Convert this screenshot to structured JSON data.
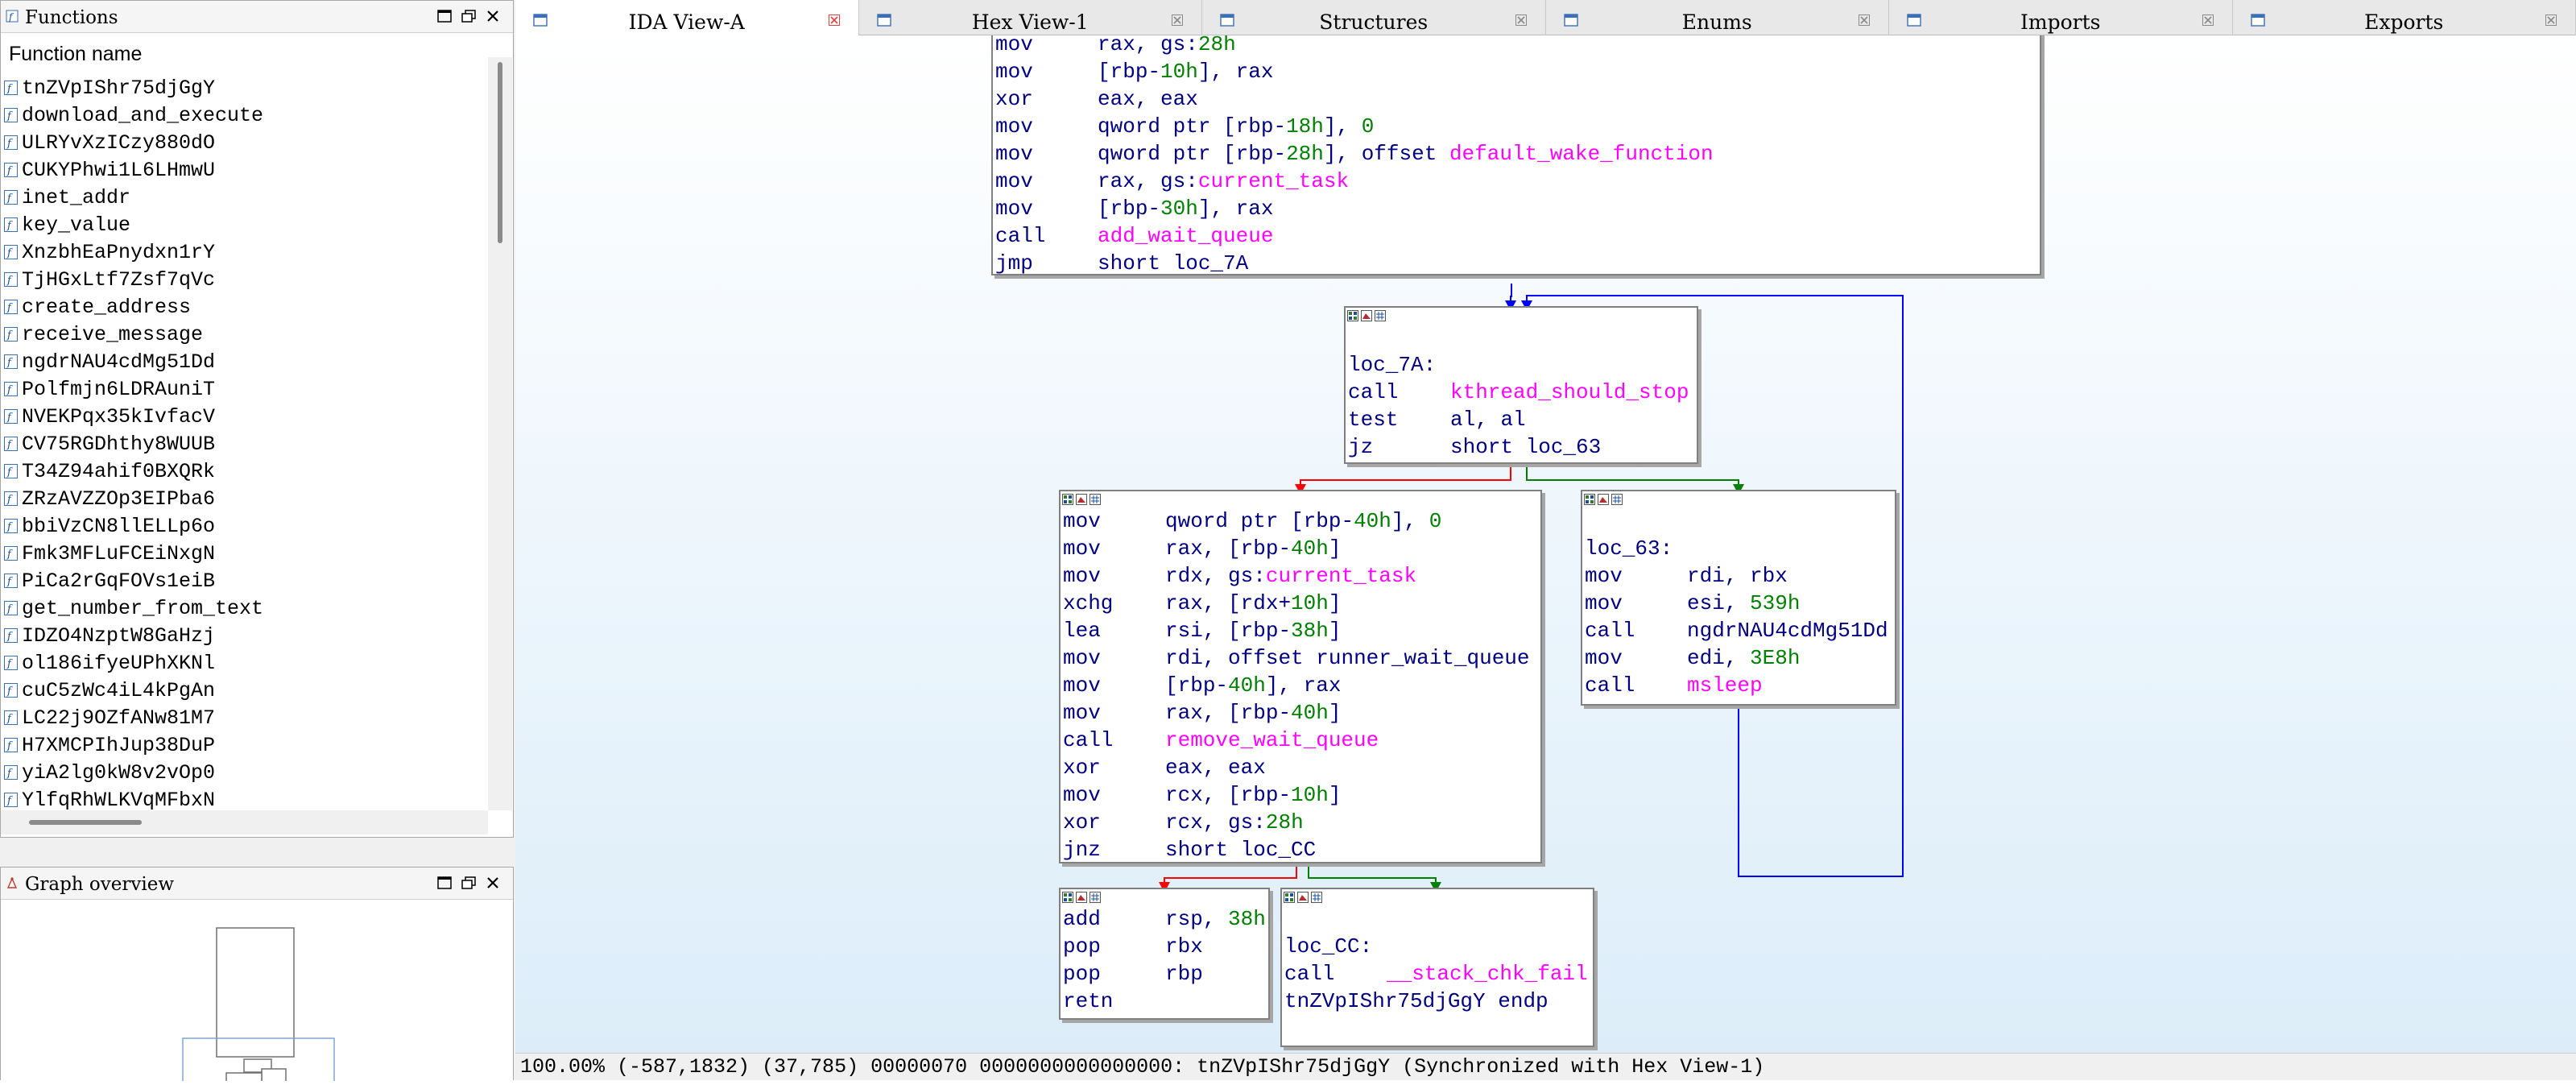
{
  "functions_panel": {
    "title": "Functions",
    "column_header": "Function name",
    "items": [
      "tnZVpIShr75djGgY",
      "download_and_execute",
      "ULRYvXzICzy880dO",
      "CUKYPhwi1L6LHmwU",
      "inet_addr",
      "key_value",
      "XnzbhEaPnydxn1rY",
      "TjHGxLtf7Zsf7qVc",
      "create_address",
      "receive_message",
      "ngdrNAU4cdMg51Dd",
      "Polfmjn6LDRAuniT",
      "NVEKPqx35kIvfacV",
      "CV75RGDhthy8WUUB",
      "T34Z94ahif0BXQRk",
      "ZRzAVZZOp3EIPba6",
      "bbiVzCN8llELLp6o",
      "Fmk3MFLuFCEiNxgN",
      "PiCa2rGqFOVs1eiB",
      "get_number_from_text",
      "IDZO4NzptW8GaHzj",
      "ol186ifyeUPhXKNl",
      "cuC5zWc4iL4kPgAn",
      "LC22j9OZfANw81M7",
      "H7XMCPIhJup38DuP",
      "yiA2lg0kW8v2vOp0",
      "YlfqRhWLKVqMFbxN"
    ]
  },
  "overview_panel": {
    "title": "Graph overview"
  },
  "tabs": [
    {
      "label": "IDA View-A",
      "active": true
    },
    {
      "label": "Hex View-1",
      "active": false
    },
    {
      "label": "Structures",
      "active": false
    },
    {
      "label": "Enums",
      "active": false
    },
    {
      "label": "Imports",
      "active": false
    },
    {
      "label": "Exports",
      "active": false
    }
  ],
  "graph": {
    "block1": [
      {
        "op": "mov",
        "operands": "rax, gs:28h"
      },
      {
        "op": "mov",
        "operands": "[rbp-10h], rax"
      },
      {
        "op": "xor",
        "operands": "eax, eax"
      },
      {
        "op": "mov",
        "operands": "qword ptr [rbp-18h], 0"
      },
      {
        "op": "mov",
        "operands": "qword ptr [rbp-28h], offset default_wake_function"
      },
      {
        "op": "mov",
        "operands": "rax, gs:current_task"
      },
      {
        "op": "mov",
        "operands": "[rbp-30h], rax"
      },
      {
        "op": "call",
        "operands": "add_wait_queue"
      },
      {
        "op": "jmp",
        "operands": "short loc_7A"
      }
    ],
    "block2": {
      "label": "loc_7A:",
      "lines": [
        {
          "op": "call",
          "operands": "kthread_should_stop"
        },
        {
          "op": "test",
          "operands": "al, al"
        },
        {
          "op": "jz",
          "operands": "short loc_63"
        }
      ]
    },
    "block3": [
      {
        "op": "mov",
        "operands": "qword ptr [rbp-40h], 0"
      },
      {
        "op": "mov",
        "operands": "rax, [rbp-40h]"
      },
      {
        "op": "mov",
        "operands": "rdx, gs:current_task"
      },
      {
        "op": "xchg",
        "operands": "rax, [rdx+10h]"
      },
      {
        "op": "lea",
        "operands": "rsi, [rbp-38h]"
      },
      {
        "op": "mov",
        "operands": "rdi, offset runner_wait_queue"
      },
      {
        "op": "mov",
        "operands": "[rbp-40h], rax"
      },
      {
        "op": "mov",
        "operands": "rax, [rbp-40h]"
      },
      {
        "op": "call",
        "operands": "remove_wait_queue"
      },
      {
        "op": "xor",
        "operands": "eax, eax"
      },
      {
        "op": "mov",
        "operands": "rcx, [rbp-10h]"
      },
      {
        "op": "xor",
        "operands": "rcx, gs:28h"
      },
      {
        "op": "jnz",
        "operands": "short loc_CC"
      }
    ],
    "block4": {
      "label": "loc_63:",
      "lines": [
        {
          "op": "mov",
          "operands": "rdi, rbx"
        },
        {
          "op": "mov",
          "operands": "esi, 539h"
        },
        {
          "op": "call",
          "operands": "ngdrNAU4cdMg51Dd"
        },
        {
          "op": "mov",
          "operands": "edi, 3E8h"
        },
        {
          "op": "call",
          "operands": "msleep"
        }
      ]
    },
    "block5": [
      {
        "op": "add",
        "operands": "rsp, 38h"
      },
      {
        "op": "pop",
        "operands": "rbx"
      },
      {
        "op": "pop",
        "operands": "rbp"
      },
      {
        "op": "retn",
        "operands": ""
      }
    ],
    "block6": {
      "label": "loc_CC:",
      "lines": [
        {
          "op": "call",
          "operands": "__stack_chk_fail"
        }
      ],
      "endp": "tnZVpIShr75djGgY endp"
    }
  },
  "status_bar": {
    "text": "100.00% (-587,1832) (37,785) 00000070 0000000000000000: tnZVpIShr75djGgY (Synchronized with Hex View-1)"
  },
  "colors": {
    "code_blue": "#000080",
    "number_green": "#008000",
    "name_magenta": "#ff00ff",
    "edge_blue": "#0000ff",
    "edge_red": "#ff0000",
    "edge_green": "#008000"
  }
}
